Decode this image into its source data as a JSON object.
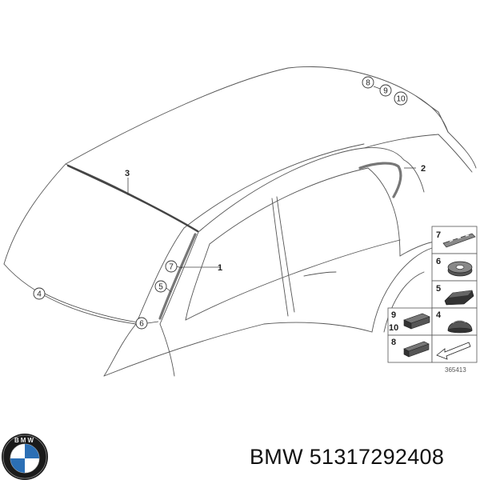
{
  "callouts": {
    "c1": "1",
    "c2": "2",
    "c3": "3",
    "c4": "4",
    "c5": "5",
    "c6": "6",
    "c7": "7",
    "c8": "8",
    "c9": "9",
    "c10": "10"
  },
  "legend": {
    "p7": "7",
    "p6": "6",
    "p5": "5",
    "p9": "9",
    "p10": "10",
    "p4": "4",
    "p8": "8"
  },
  "diagram_id": "365413",
  "logo_text": "BMW",
  "brand": "BMW",
  "part_number": "51317292408"
}
